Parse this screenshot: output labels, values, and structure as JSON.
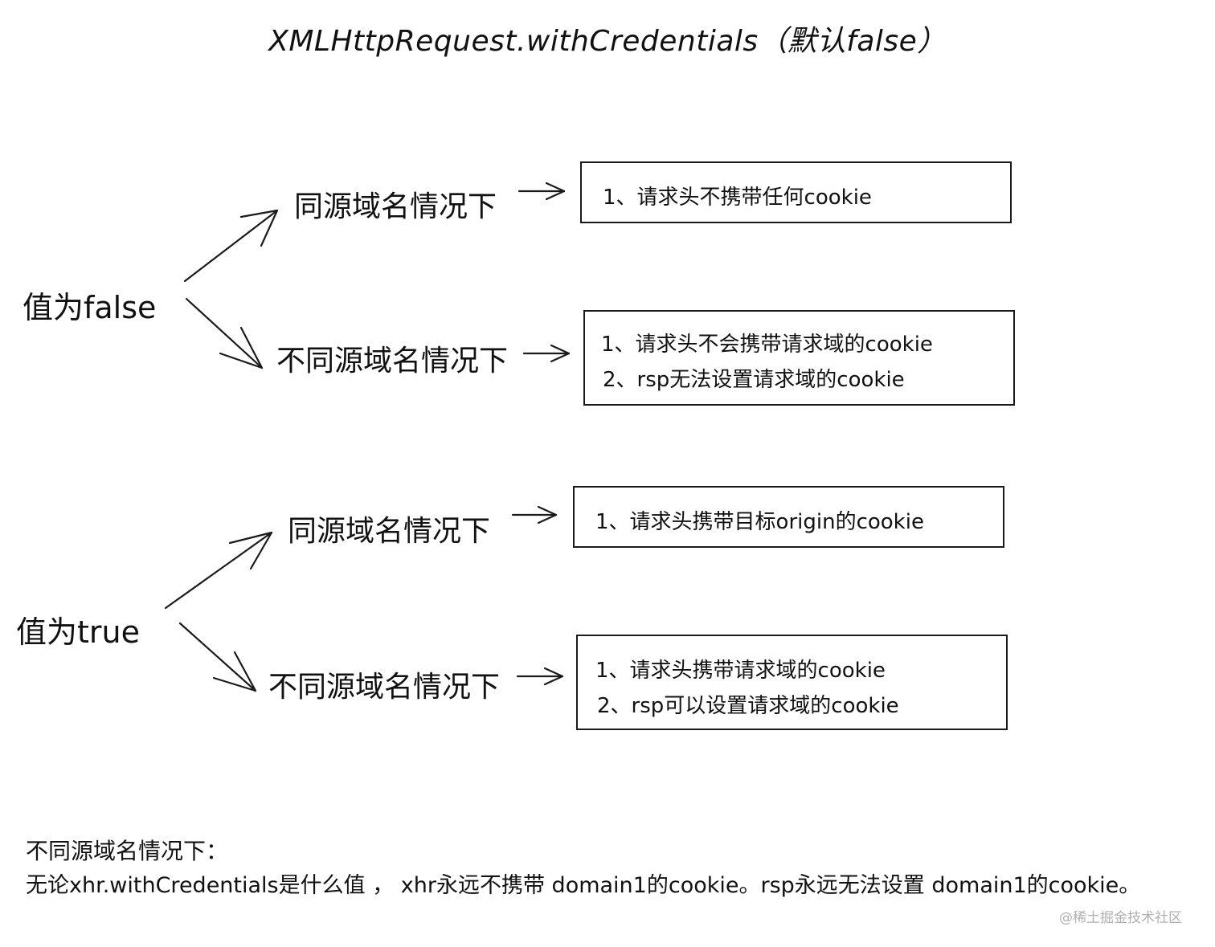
{
  "title": "XMLHttpRequest.withCredentials（默认false）",
  "groups": [
    {
      "root": "值为false",
      "cases": [
        {
          "label": "同源域名情况下",
          "items": [
            "1、请求头不携带任何cookie"
          ]
        },
        {
          "label": "不同源域名情况下",
          "items": [
            "1、请求头不会携带请求域的cookie",
            "2、rsp无法设置请求域的cookie"
          ]
        }
      ]
    },
    {
      "root": "值为true",
      "cases": [
        {
          "label": "同源域名情况下",
          "items": [
            "1、请求头携带目标origin的cookie"
          ]
        },
        {
          "label": "不同源域名情况下",
          "items": [
            "1、请求头携带请求域的cookie",
            "2、rsp可以设置请求域的cookie"
          ]
        }
      ]
    }
  ],
  "note": {
    "heading": "不同源域名情况下：",
    "body": "无论xhr.withCredentials是什么值 ， xhr永远不携带 domain1的cookie。rsp永远无法设置 domain1的cookie。"
  },
  "watermark": "@稀土掘金技术社区"
}
